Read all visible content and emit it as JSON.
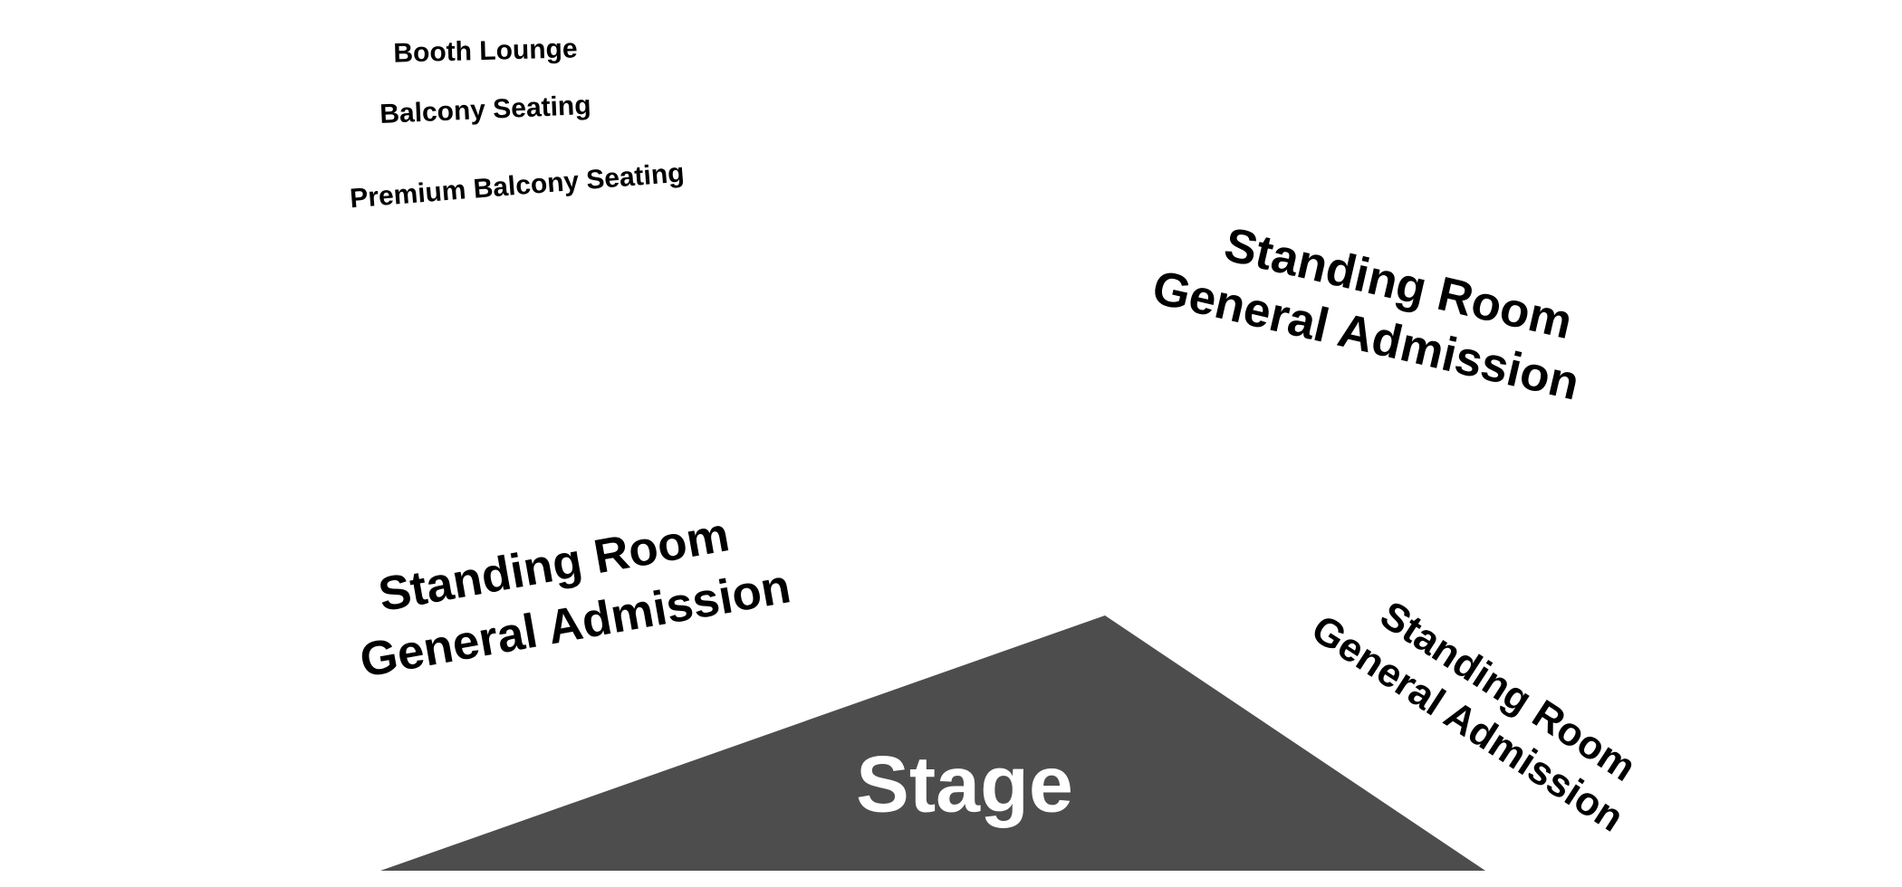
{
  "venue": {
    "sections": {
      "booth_lounge": "Booth Lounge",
      "balcony_seating": "Balcony Seating",
      "premium_balcony_seating": "Premium Balcony Seating",
      "standing_room_upper_right": {
        "line1": "Standing Room",
        "line2": "General Admission"
      },
      "standing_room_left": {
        "line1": "Standing Room",
        "line2": "General Admission"
      },
      "standing_room_lower_right": {
        "line1": "Standing Room",
        "line2": "General Admission"
      }
    },
    "stage": {
      "label": "Stage"
    }
  },
  "colors": {
    "stage_fill": "#4d4d4d",
    "stage_text": "#ffffff",
    "label_text": "#000000",
    "background": "#ffffff"
  }
}
